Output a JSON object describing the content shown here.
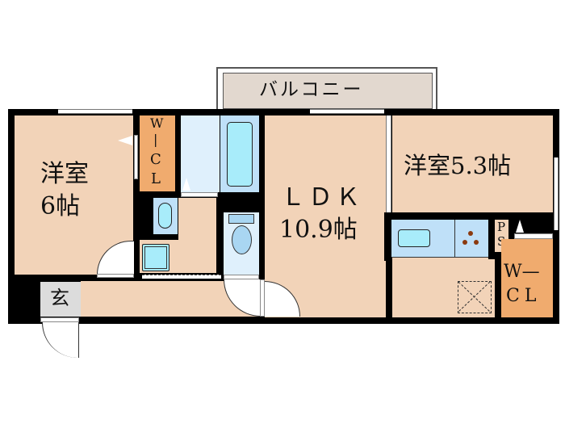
{
  "floor_plan": {
    "balcony": {
      "label": "バルコニー"
    },
    "rooms": [
      {
        "id": "western-room-1",
        "name": "洋室",
        "size": "6帖"
      },
      {
        "id": "ldk",
        "name": "ＬＤＫ",
        "size": "10.9帖"
      },
      {
        "id": "western-room-2",
        "name": "洋室5.3帖"
      }
    ],
    "wic_left": {
      "chars": [
        "W",
        "|",
        "C",
        "L"
      ]
    },
    "wic_right": {
      "line1": "W—",
      "line2": "CL"
    },
    "ps": {
      "line1": "P",
      "line2": "S"
    },
    "entrance": {
      "label": "玄"
    },
    "colors": {
      "room": "#f2d3b8",
      "walk_in_closet": "#f0ab6e",
      "wet_area": "#dff0fc",
      "fixture": "#a8ecfa",
      "balcony": "#e2d8cf",
      "entrance": "#dcdcdc",
      "wall": "#000000"
    }
  }
}
